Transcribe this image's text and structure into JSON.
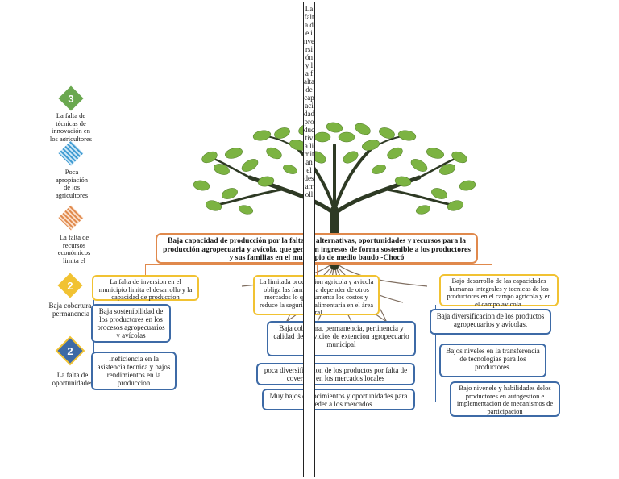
{
  "title": "Baja capacidad de producción por la falta de alternativas, oportunidades y recursos para la producción agropecuaria y avícola, que generen ingresos de forma sostenible a los productores y sus familias en el municipio de medio baudo -Chocó",
  "vertical_text": "La falta de inversión y la falta de capacidad productiva limitan el desarroll",
  "side_items": [
    {
      "badge": "3",
      "label": "La falta de técnicas de innovación en los agricultores",
      "color": "#6aa84f"
    },
    {
      "badge": "",
      "label": "Poca apropiación de los agricultores",
      "color": "#3d9ad1"
    },
    {
      "badge": "",
      "label": "La falta de recursos económicos limita el",
      "color": "#e0894c"
    },
    {
      "badge": "2",
      "label": "Baja cobertura, permanencia",
      "color": "#f1c232"
    },
    {
      "badge": "2",
      "label": "La falta de oportunidades",
      "color": "#3d6aa6"
    }
  ],
  "left_branch": {
    "header": "La falta de inversion en el municipio limita el desarrollo y la capacidad de produccion",
    "items": [
      "Baja sostenibilidad de los productores en los procesos agropecuarios y avícolas",
      "Ineficiencia en la asistencia tecnica y bajos rendimientos en la produccion"
    ]
  },
  "middle_branch": {
    "header": "La limitada produccion agricola y avicola obliga las familias a depender de otros mercados lo que aumenta los costos y reduce la seguridad alimentaria en el área rural.",
    "items": [
      "Baja cobertura, permanencia, pertinencia y calidad de servicios de extencion agropecuario municipal",
      "poca diversificacion de los productos por falta de covertura en los mercados locales",
      "Muy bajos conocimientos y oportunidades para acceder a los mercados"
    ]
  },
  "right_branch": {
    "header": "Bajo desarrollo de las capacidades humanas integrales y tecnicas de los productores en el campo agricola y en el campo avicola.",
    "items": [
      "Baja diversificacion de los productos agropecuarios y avícolas.",
      "Bajos niveles en la transferencia de tecnologías para los productores.",
      "Bajo nivenele y habilidades delos productores en autogestion e implementacion de mecanismos de participacion"
    ]
  },
  "colors": {
    "leaf": "#7cb342",
    "trunk": "#2e3a24",
    "root": "#5d4a3a",
    "orange": "#e0894c",
    "yellow": "#f1c232",
    "blue": "#3d6aa6"
  }
}
